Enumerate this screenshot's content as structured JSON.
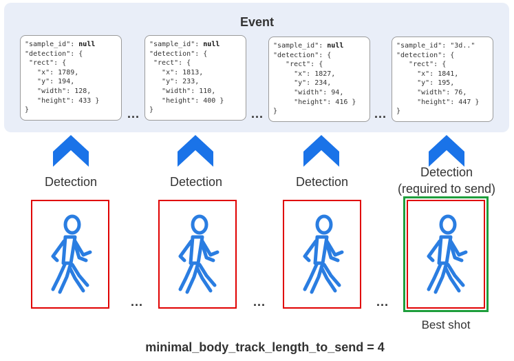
{
  "title": "Event",
  "cards": [
    {
      "l1a": "\"sample_id\": ",
      "l1b": "null",
      "l2": "\"detection\": {",
      "l3": " \"rect\": {",
      "l4": "   \"x\": 1789,",
      "l5": "   \"y\": 194,",
      "l6": "   \"width\": 128,",
      "l7": "   \"height\": 433 }",
      "l8": "}"
    },
    {
      "l1a": "\"sample_id\": ",
      "l1b": "null",
      "l2": "\"detection\": {",
      "l3": " \"rect\": {",
      "l4": "   \"x\": 1813,",
      "l5": "   \"y\": 233,",
      "l6": "   \"width\": 110,",
      "l7": "   \"height\": 400 }",
      "l8": "}"
    },
    {
      "l1a": "\"sample_id\": ",
      "l1b": "null",
      "l2": "\"detection\": {",
      "l3": "   \"rect\": {",
      "l4": "     \"x\": 1827,",
      "l5": "     \"y\": 234,",
      "l6": "     \"width\": 94,",
      "l7": "     \"height\": 416 }",
      "l8": "}"
    },
    {
      "l1a": "\"sample_id\": \"3d..\"",
      "l1b": "",
      "l2": "\"detection\": {",
      "l3": "   \"rect\": {",
      "l4": "     \"x\": 1841,",
      "l5": "     \"y\": 195,",
      "l6": "     \"width\": 76,",
      "l7": "     \"height\": 447 }",
      "l8": "}"
    }
  ],
  "ellipsis": "...",
  "detection_labels": [
    "Detection",
    "Detection",
    "Detection",
    "Detection"
  ],
  "required_note": "(required to send)",
  "best_shot": "Best shot",
  "footer": "minimal_body_track_length_to_send = 4",
  "colors": {
    "arrow": "#1a73e8",
    "walker": "#2a7de1",
    "frame": "#e00000",
    "best_frame": "#1e9e3c",
    "panel": "#e9eef8"
  },
  "icons": [
    "chevron-up-icon",
    "walking-person-icon"
  ]
}
